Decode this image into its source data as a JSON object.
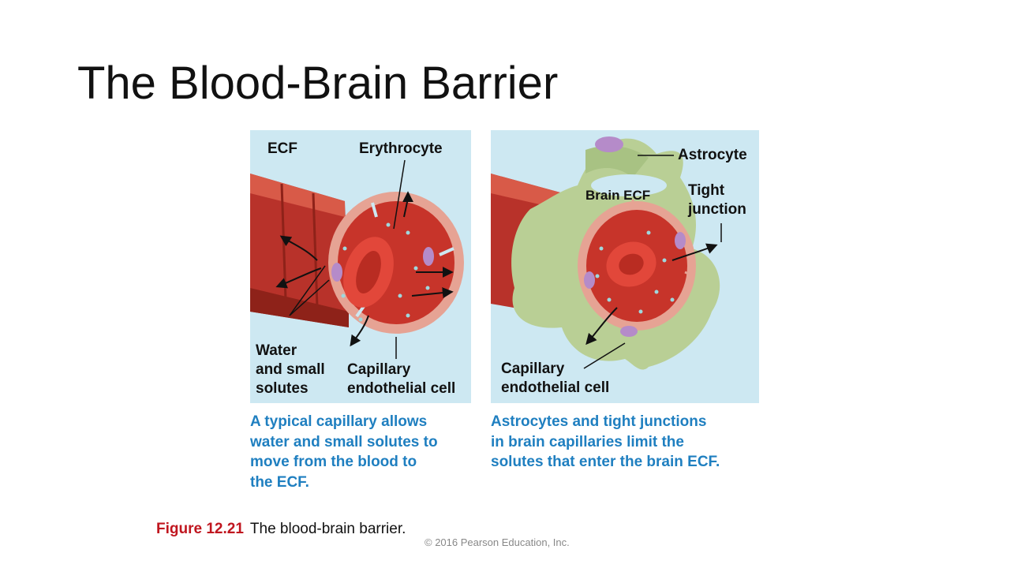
{
  "slide": {
    "title": "The Blood-Brain Barrier"
  },
  "left_panel": {
    "label_ecf": "ECF",
    "label_erythrocyte": "Erythrocyte",
    "label_water": [
      "Water",
      "and small",
      "solutes"
    ],
    "label_capillary": [
      "Capillary",
      "endothelial cell"
    ],
    "caption": [
      "A typical capillary allows",
      "water and small solutes to",
      "move from the blood to",
      "the ECF."
    ]
  },
  "right_panel": {
    "label_astrocyte": "Astrocyte",
    "label_brain_ecf": "Brain ECF",
    "label_tight": [
      "Tight",
      "junction"
    ],
    "label_capillary": [
      "Capillary",
      "endothelial cell"
    ],
    "caption": [
      "Astrocytes and tight junctions",
      "in brain capillaries limit the",
      "solutes that enter the brain ECF."
    ]
  },
  "figure_caption": {
    "number": "Figure 12.21",
    "text": "The blood-brain barrier."
  },
  "copyright": "© 2016 Pearson Education, Inc.",
  "colors": {
    "panel_bg": "#cde8f2",
    "vessel": "#c23a2c",
    "astrocyte": "#b9cf95",
    "caption_blue": "#1f7fc0",
    "figure_red": "#c0161f"
  }
}
